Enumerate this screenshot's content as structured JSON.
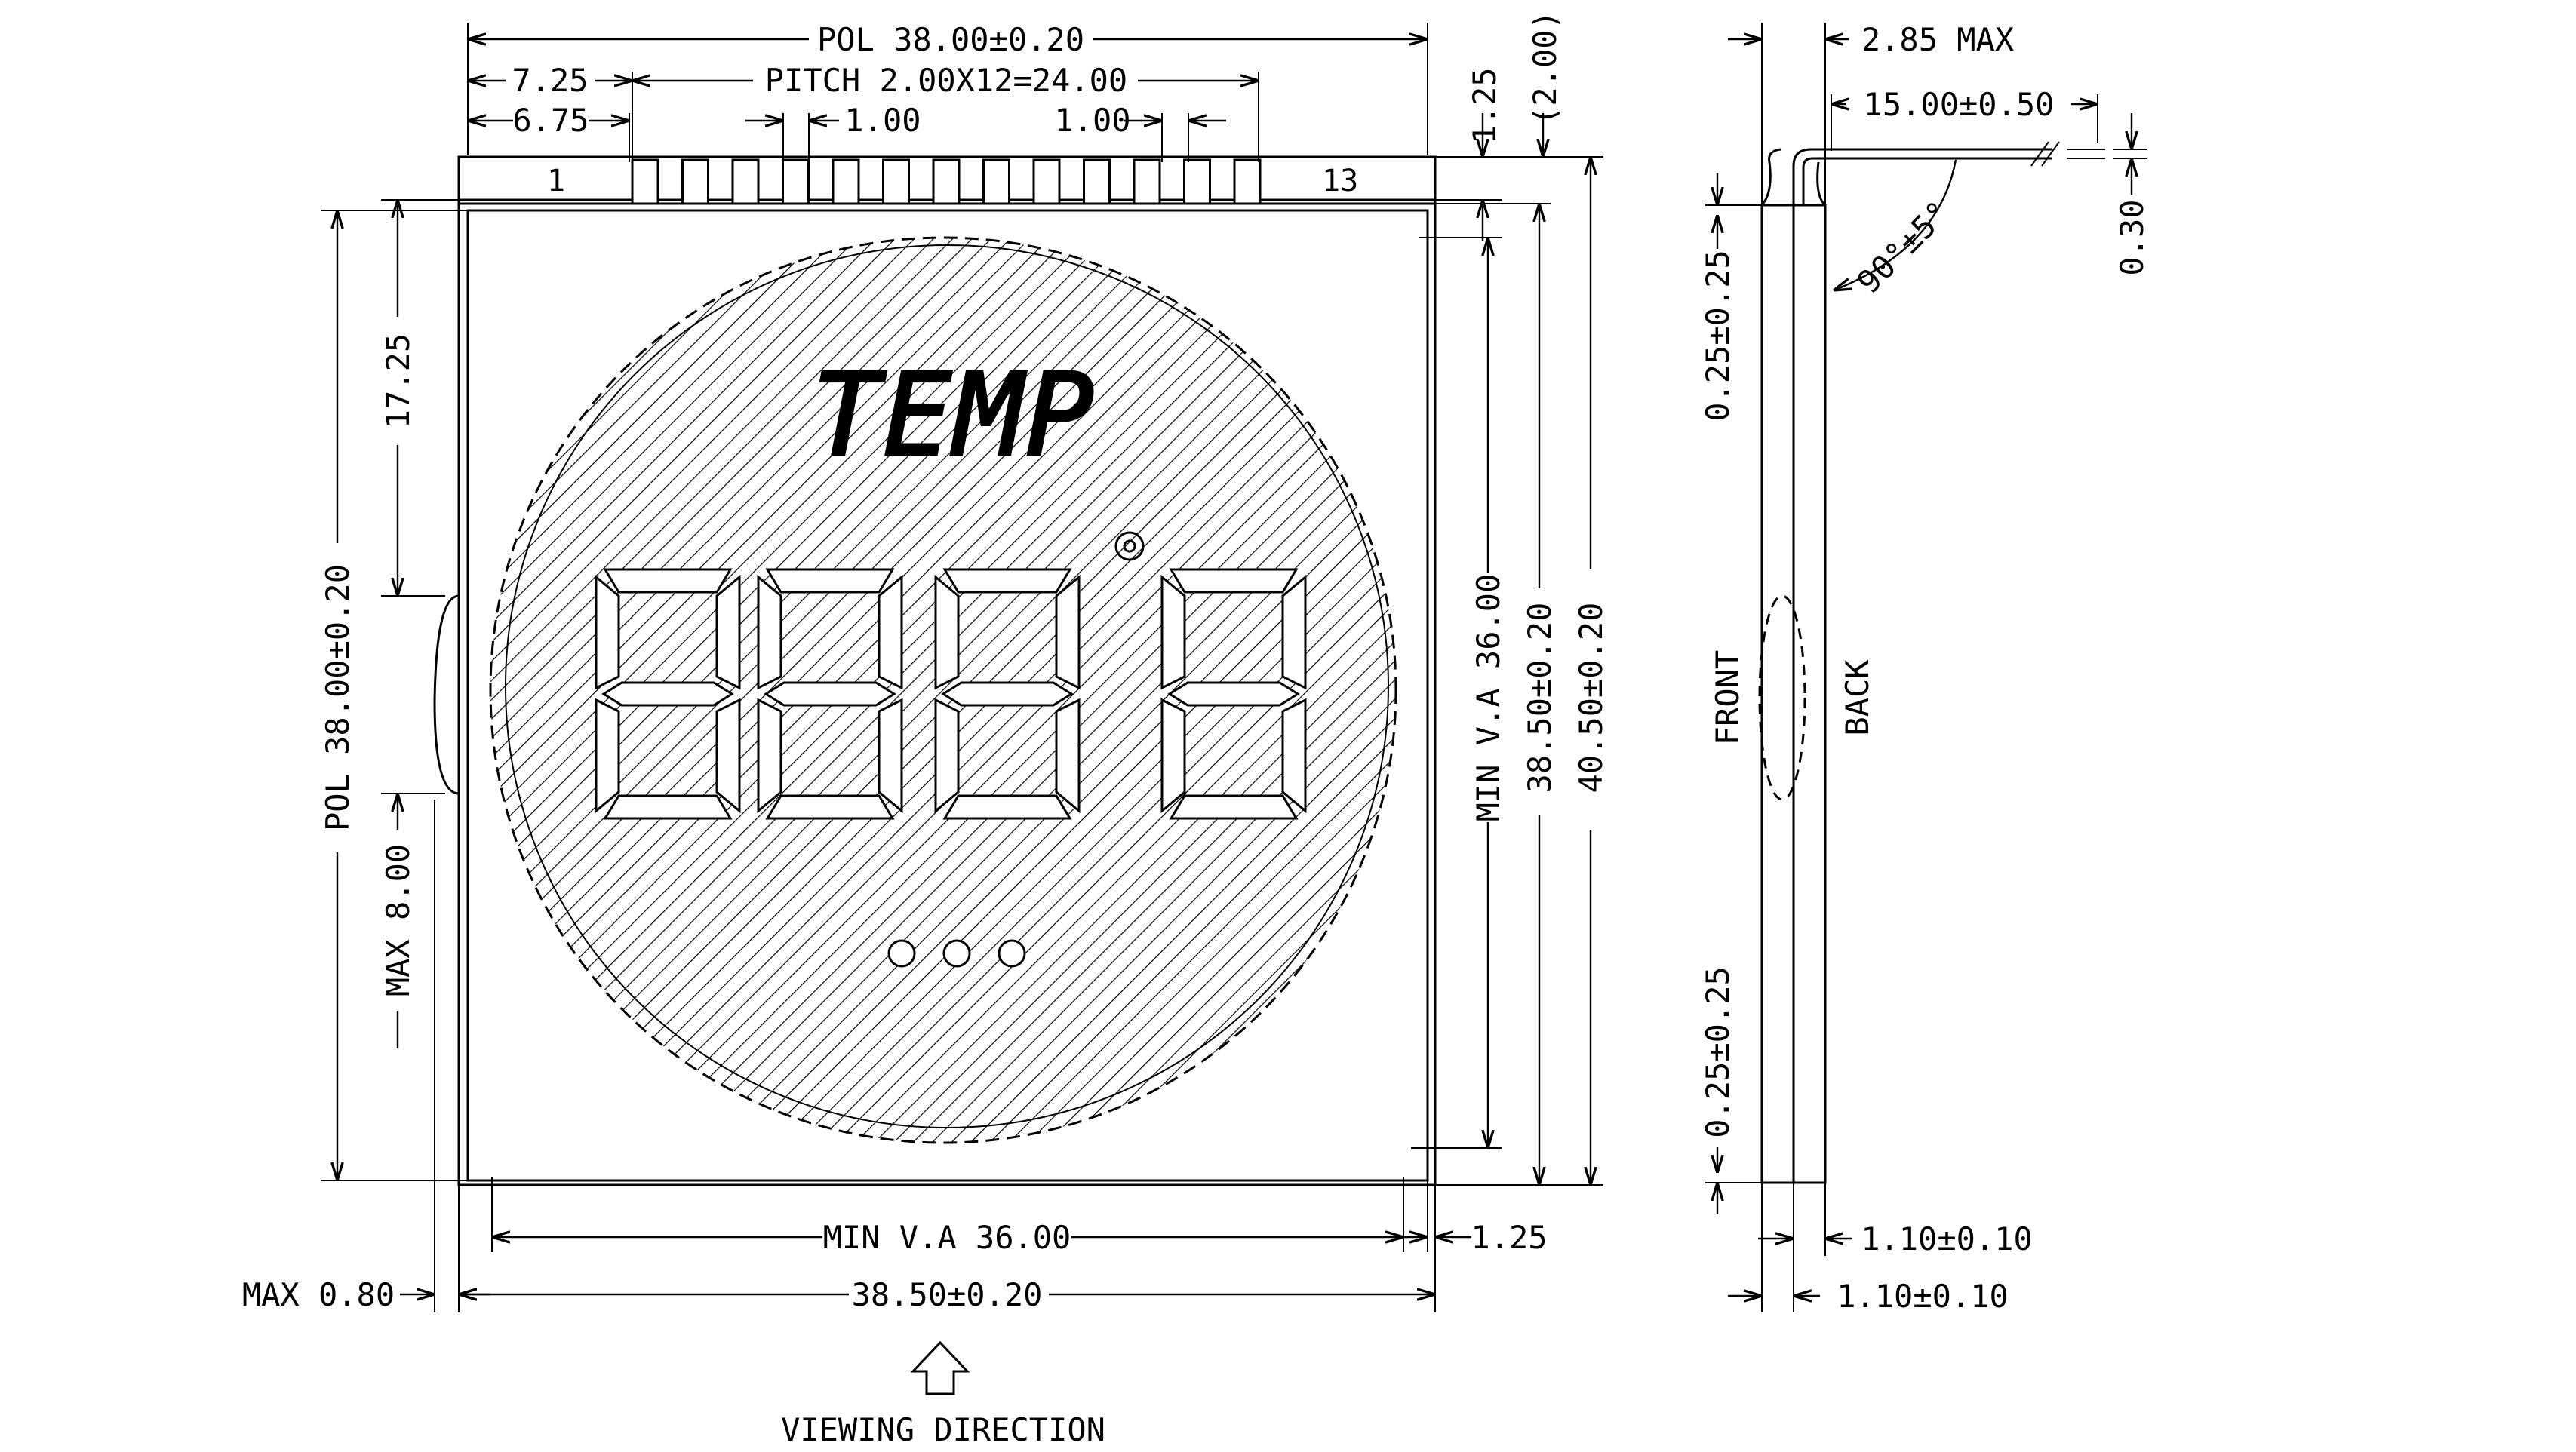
{
  "drawing": {
    "pins": {
      "first": "1",
      "last": "13"
    },
    "segment_text": "TEMP",
    "digit_readout": "8888",
    "degree_symbol": "°",
    "dimensions": {
      "pol_width": "POL 38.00±0.20",
      "left_offset_long": "7.25",
      "left_offset_short": "6.75",
      "pitch": "PITCH 2.00X12=24.00",
      "pin_width_a": "1.00",
      "pin_width_b": "1.00",
      "top_height": "1.25",
      "top_ref": "(2.00)",
      "left_top_offset": "17.25",
      "pol_height": "POL 38.00±0.20",
      "max_tab_height": "MAX 8.00",
      "min_va_vertical": "MIN V.A 36.00",
      "height_glass": "38.50±0.20",
      "height_total": "40.50±0.20",
      "min_va_horizontal": "MIN V.A 36.00",
      "right_margin": "1.25",
      "max_left": "MAX 0.80",
      "width_glass": "38.50±0.20",
      "viewing_direction": "VIEWING DIRECTION"
    },
    "side_view": {
      "thickness_max": "2.85 MAX",
      "pin_length": "15.00±0.50",
      "pin_thickness": "0.30",
      "bend_angle": "90°±5°",
      "offset_top": "0.25±0.25",
      "offset_bottom": "0.25±0.25",
      "front_label": "FRONT",
      "back_label": "BACK",
      "glass_thickness_a": "1.10±0.10",
      "glass_thickness_b": "1.10±0.10"
    }
  }
}
